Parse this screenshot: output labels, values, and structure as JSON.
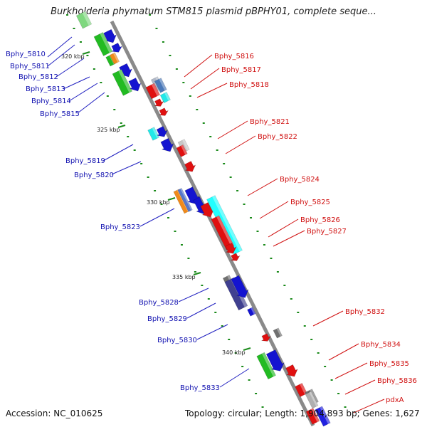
{
  "title": "Burkholderia phymatum STM815 plasmid pBPHY01, complete seque...",
  "footer": {
    "accession": "Accession: NC_010625",
    "topology": "Topology: circular; Length: 1,904,893 bp; Genes: 1,627"
  },
  "colors": {
    "blue_label": "#1010b0",
    "red_label": "#d01010",
    "backbone": "#888888",
    "tick": "#1a8a1a"
  },
  "scale_labels": [
    "320 kbp",
    "325 kbp",
    "330 kbp",
    "335 kbp",
    "340 kbp"
  ],
  "left_genes": [
    "Bphy_5810",
    "Bphy_5811",
    "Bphy_5812",
    "Bphy_5813",
    "Bphy_5814",
    "Bphy_5815",
    "Bphy_5819",
    "Bphy_5820",
    "Bphy_5823",
    "Bphy_5828",
    "Bphy_5829",
    "Bphy_5830",
    "Bphy_5833"
  ],
  "right_genes": [
    "Bphy_5816",
    "Bphy_5817",
    "Bphy_5818",
    "Bphy_5821",
    "Bphy_5822",
    "Bphy_5824",
    "Bphy_5825",
    "Bphy_5826",
    "Bphy_5827",
    "Bphy_5832",
    "Bphy_5834",
    "Bphy_5835",
    "Bphy_5836",
    "pdxA"
  ]
}
